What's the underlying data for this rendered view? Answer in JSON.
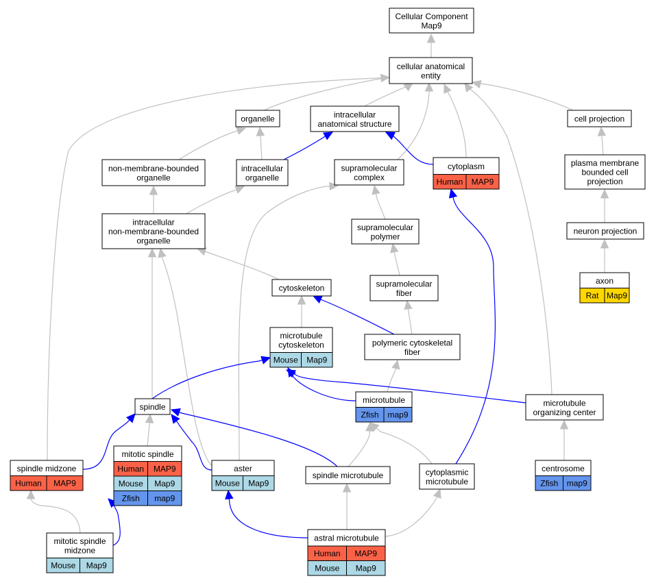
{
  "colors": {
    "human": "#fa6248",
    "mouse": "#add8e6",
    "zfish": "#6495ed",
    "rat": "#ffd700",
    "gray_edge": "#c0c0c0",
    "blue_edge": "#0000ff"
  },
  "nodes": {
    "cellular_component": {
      "lines": [
        "Cellular Component",
        "Map9"
      ]
    },
    "cellular_anatomical_entity": {
      "lines": [
        "cellular anatomical",
        "entity"
      ]
    },
    "organelle": {
      "lines": [
        "organelle"
      ]
    },
    "intracellular_anatomical_structure": {
      "lines": [
        "intracellular",
        "anatomical structure"
      ]
    },
    "cell_projection": {
      "lines": [
        "cell projection"
      ]
    },
    "non_membrane_bounded_organelle": {
      "lines": [
        "non-membrane-bounded",
        "organelle"
      ]
    },
    "intracellular_organelle": {
      "lines": [
        "intracellular",
        "organelle"
      ]
    },
    "supramolecular_complex": {
      "lines": [
        "supramolecular",
        "complex"
      ]
    },
    "cytoplasm": {
      "lines": [
        "cytoplasm"
      ],
      "cells": [
        [
          "Human",
          "MAP9"
        ]
      ]
    },
    "plasma_membrane_bounded_cell_projection": {
      "lines": [
        "plasma membrane",
        "bounded cell",
        "projection"
      ]
    },
    "intracellular_non_membrane_bounded_organelle": {
      "lines": [
        "intracellular",
        "non-membrane-bounded",
        "organelle"
      ]
    },
    "supramolecular_polymer": {
      "lines": [
        "supramolecular",
        "polymer"
      ]
    },
    "neuron_projection": {
      "lines": [
        "neuron projection"
      ]
    },
    "cytoskeleton": {
      "lines": [
        "cytoskeleton"
      ]
    },
    "supramolecular_fiber": {
      "lines": [
        "supramolecular",
        "fiber"
      ]
    },
    "axon": {
      "lines": [
        "axon"
      ],
      "cells": [
        [
          "Rat",
          "Map9"
        ]
      ]
    },
    "microtubule_cytoskeleton": {
      "lines": [
        "microtubule",
        "cytoskeleton"
      ],
      "cells": [
        [
          "Mouse",
          "Map9"
        ]
      ]
    },
    "polymeric_cytoskeletal_fiber": {
      "lines": [
        "polymeric cytoskeletal",
        "fiber"
      ]
    },
    "microtubule": {
      "lines": [
        "microtubule"
      ],
      "cells": [
        [
          "Zfish",
          "map9"
        ]
      ]
    },
    "microtubule_organizing_center": {
      "lines": [
        "microtubule",
        "organizing center"
      ]
    },
    "spindle": {
      "lines": [
        "spindle"
      ]
    },
    "mitotic_spindle": {
      "lines": [
        "mitotic spindle"
      ],
      "cells": [
        [
          "Human",
          "MAP9"
        ],
        [
          "Mouse",
          "Map9"
        ],
        [
          "Zfish",
          "map9"
        ]
      ]
    },
    "spindle_midzone": {
      "lines": [
        "spindle midzone"
      ],
      "cells": [
        [
          "Human",
          "MAP9"
        ]
      ]
    },
    "aster": {
      "lines": [
        "aster"
      ],
      "cells": [
        [
          "Mouse",
          "Map9"
        ]
      ]
    },
    "spindle_microtubule": {
      "lines": [
        "spindle microtubule"
      ]
    },
    "cytoplasmic_microtubule": {
      "lines": [
        "cytoplasmic",
        "microtubule"
      ]
    },
    "centrosome": {
      "lines": [
        "centrosome"
      ],
      "cells": [
        [
          "Zfish",
          "map9"
        ]
      ]
    },
    "mitotic_spindle_midzone": {
      "lines": [
        "mitotic spindle",
        "midzone"
      ],
      "cells": [
        [
          "Mouse",
          "Map9"
        ]
      ]
    },
    "astral_microtubule": {
      "lines": [
        "astral microtubule"
      ],
      "cells": [
        [
          "Human",
          "MAP9"
        ],
        [
          "Mouse",
          "Map9"
        ]
      ]
    }
  },
  "edges": [
    {
      "from": "cellular_anatomical_entity",
      "to": "cellular_component",
      "color": "gray"
    },
    {
      "from": "organelle",
      "to": "cellular_anatomical_entity",
      "color": "gray"
    },
    {
      "from": "intracellular_anatomical_structure",
      "to": "cellular_anatomical_entity",
      "color": "gray"
    },
    {
      "from": "cell_projection",
      "to": "cellular_anatomical_entity",
      "color": "gray"
    },
    {
      "from": "supramolecular_complex",
      "to": "cellular_anatomical_entity",
      "color": "gray"
    },
    {
      "from": "cytoplasm",
      "to": "cellular_anatomical_entity",
      "color": "gray"
    },
    {
      "from": "microtubule_organizing_center",
      "to": "cellular_anatomical_entity",
      "color": "gray"
    },
    {
      "from": "spindle_midzone",
      "to": "cellular_anatomical_entity",
      "color": "gray"
    },
    {
      "from": "non_membrane_bounded_organelle",
      "to": "organelle",
      "color": "gray"
    },
    {
      "from": "intracellular_organelle",
      "to": "organelle",
      "color": "gray"
    },
    {
      "from": "intracellular_organelle",
      "to": "intracellular_anatomical_structure",
      "color": "blue"
    },
    {
      "from": "cytoplasm",
      "to": "intracellular_anatomical_structure",
      "color": "blue"
    },
    {
      "from": "intracellular_non_membrane_bounded_organelle",
      "to": "non_membrane_bounded_organelle",
      "color": "gray"
    },
    {
      "from": "intracellular_non_membrane_bounded_organelle",
      "to": "intracellular_organelle",
      "color": "gray"
    },
    {
      "from": "supramolecular_polymer",
      "to": "supramolecular_complex",
      "color": "gray"
    },
    {
      "from": "aster",
      "to": "supramolecular_complex",
      "color": "gray"
    },
    {
      "from": "plasma_membrane_bounded_cell_projection",
      "to": "cell_projection",
      "color": "gray"
    },
    {
      "from": "neuron_projection",
      "to": "plasma_membrane_bounded_cell_projection",
      "color": "gray"
    },
    {
      "from": "axon",
      "to": "neuron_projection",
      "color": "gray"
    },
    {
      "from": "cytoskeleton",
      "to": "intracellular_non_membrane_bounded_organelle",
      "color": "gray"
    },
    {
      "from": "spindle",
      "to": "intracellular_non_membrane_bounded_organelle",
      "color": "gray"
    },
    {
      "from": "aster",
      "to": "intracellular_non_membrane_bounded_organelle",
      "color": "gray"
    },
    {
      "from": "supramolecular_fiber",
      "to": "supramolecular_polymer",
      "color": "gray"
    },
    {
      "from": "polymeric_cytoskeletal_fiber",
      "to": "supramolecular_fiber",
      "color": "gray"
    },
    {
      "from": "polymeric_cytoskeletal_fiber",
      "to": "cytoskeleton",
      "color": "blue"
    },
    {
      "from": "microtubule_cytoskeleton",
      "to": "cytoskeleton",
      "color": "gray"
    },
    {
      "from": "microtubule",
      "to": "polymeric_cytoskeletal_fiber",
      "color": "gray"
    },
    {
      "from": "microtubule",
      "to": "microtubule_cytoskeleton",
      "color": "blue"
    },
    {
      "from": "microtubule_organizing_center",
      "to": "microtubule_cytoskeleton",
      "color": "blue"
    },
    {
      "from": "spindle",
      "to": "microtubule_cytoskeleton",
      "color": "blue"
    },
    {
      "from": "mitotic_spindle",
      "to": "spindle",
      "color": "gray"
    },
    {
      "from": "spindle_midzone",
      "to": "spindle",
      "color": "blue"
    },
    {
      "from": "aster",
      "to": "spindle",
      "color": "blue"
    },
    {
      "from": "spindle_microtubule",
      "to": "spindle",
      "color": "blue"
    },
    {
      "from": "spindle_microtubule",
      "to": "microtubule",
      "color": "gray"
    },
    {
      "from": "cytoplasmic_microtubule",
      "to": "microtubule",
      "color": "gray"
    },
    {
      "from": "cytoplasmic_microtubule",
      "to": "cytoplasm",
      "color": "blue"
    },
    {
      "from": "centrosome",
      "to": "microtubule_organizing_center",
      "color": "gray"
    },
    {
      "from": "mitotic_spindle_midzone",
      "to": "spindle_midzone",
      "color": "gray"
    },
    {
      "from": "mitotic_spindle_midzone",
      "to": "mitotic_spindle",
      "color": "blue"
    },
    {
      "from": "astral_microtubule",
      "to": "spindle_microtubule",
      "color": "gray"
    },
    {
      "from": "astral_microtubule",
      "to": "cytoplasmic_microtubule",
      "color": "gray"
    },
    {
      "from": "astral_microtubule",
      "to": "aster",
      "color": "blue"
    }
  ]
}
